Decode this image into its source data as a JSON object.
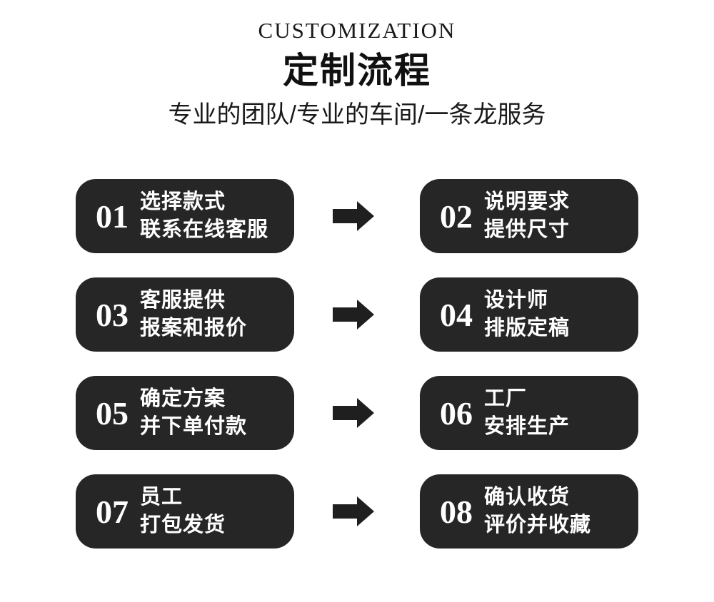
{
  "header": {
    "eyebrow": "CUSTOMIZATION",
    "title": "定制流程",
    "subtitle": "专业的团队/专业的车间/一条龙服务"
  },
  "colors": {
    "box_bg": "#262626",
    "box_text": "#ffffff",
    "arrow": "#1f1f1f",
    "heading_text": "#111111",
    "background": "#ffffff"
  },
  "steps": [
    {
      "number": "01",
      "line1": "选择款式",
      "line2": "联系在线客服"
    },
    {
      "number": "02",
      "line1": "说明要求",
      "line2": "提供尺寸"
    },
    {
      "number": "03",
      "line1": "客服提供",
      "line2": "报案和报价"
    },
    {
      "number": "04",
      "line1": "设计师",
      "line2": "排版定稿"
    },
    {
      "number": "05",
      "line1": "确定方案",
      "line2": "并下单付款"
    },
    {
      "number": "06",
      "line1": "工厂",
      "line2": "安排生产"
    },
    {
      "number": "07",
      "line1": "员工",
      "line2": "打包发货"
    },
    {
      "number": "08",
      "line1": "确认收货",
      "line2": "评价并收藏"
    }
  ]
}
